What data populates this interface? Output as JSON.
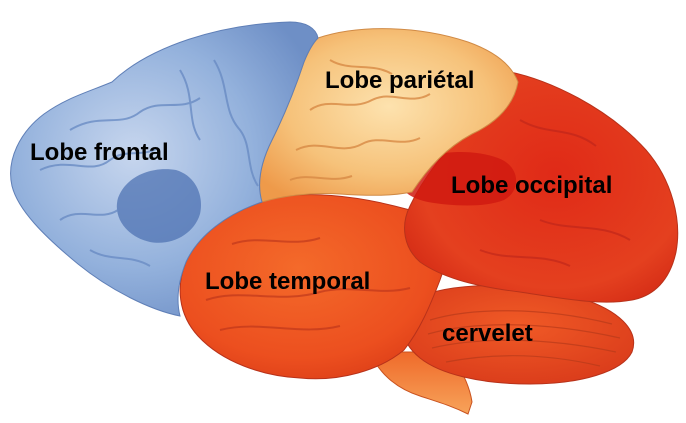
{
  "labels": {
    "frontal": "Lobe frontal",
    "parietal": "Lobe pariétal",
    "occipital": "Lobe occipital",
    "temporal": "Lobe temporal",
    "cerebellum": "cervelet"
  },
  "colors": {
    "frontal": "#8fb0dc",
    "parietal": "#f4c27a",
    "occipital": "#e8321e",
    "temporal": "#ef5a22",
    "cerebellum": "#e8461c",
    "brainstem": "#f0862f",
    "label_text": "#000000",
    "background": "#ffffff"
  }
}
